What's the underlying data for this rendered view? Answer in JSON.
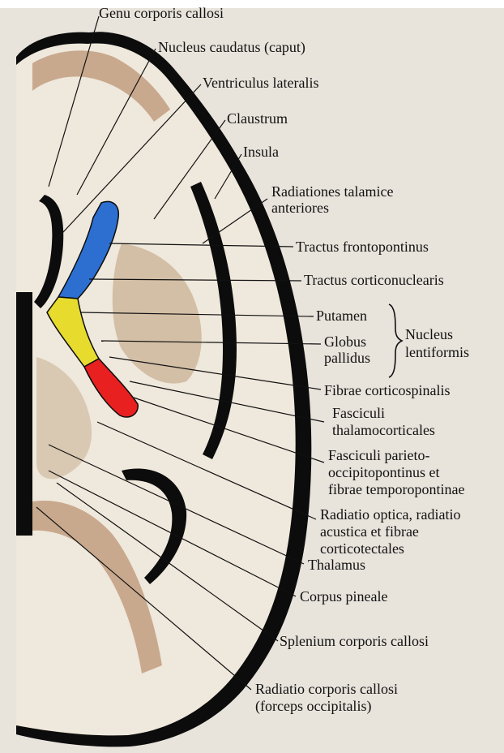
{
  "figure": {
    "colors": {
      "background": "#e8e4dc",
      "white_matter": "#efe8dc",
      "grey_matter": "#c9a98e",
      "outline": "#0c0c0c",
      "frontopontine": "#2c6fd1",
      "corticonuclear": "#e7dc2e",
      "corticospinal": "#e8201f"
    },
    "labels": [
      "Genu corporis callosi",
      "Nucleus caudatus (caput)",
      "Ventriculus lateralis",
      "Claustrum",
      "Insula",
      "Radiationes talamice",
      "anteriores",
      "Tractus frontopontinus",
      "Tractus corticonuclearis",
      "Putamen",
      "Globus",
      "pallidus",
      "Nucleus",
      "lentiformis",
      "Fibrae corticospinalis",
      "Fasciculi",
      "thalamocorticales",
      "Fasciculi parieto-",
      "occipitopontinus et",
      "fibrae temporopontinae",
      "Radiatio optica, radiatio",
      "acustica et fibrae",
      "corticotectales",
      "Thalamus",
      "Corpus pineale",
      "Splenium corporis callosi",
      "Radiatio corporis callosi",
      "(forceps occipitalis)"
    ]
  }
}
